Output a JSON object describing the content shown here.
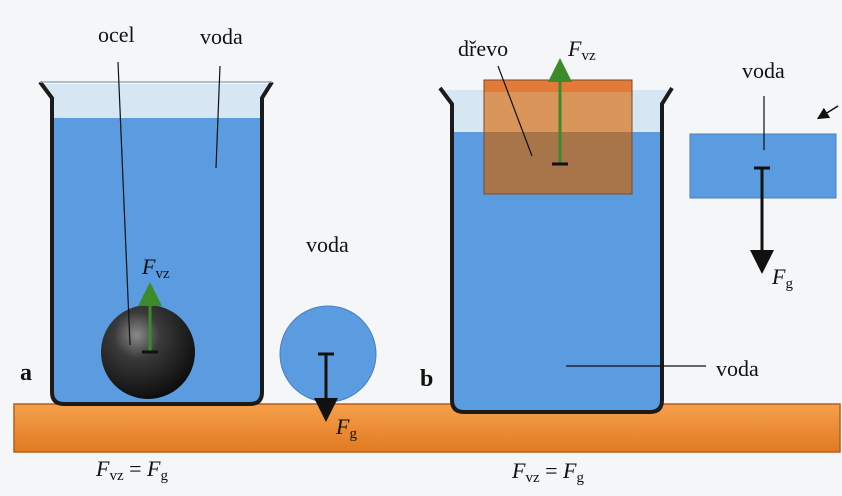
{
  "labels": {
    "steel": "ocel",
    "water_top_a": "voda",
    "water_circle": "voda",
    "wood": "dřevo",
    "water_rect": "voda",
    "water_b": "voda",
    "panel_a": "a",
    "panel_b": "b"
  },
  "forces": {
    "buoyancy_symbol": "F",
    "buoyancy_subscript": "vz",
    "gravity_symbol": "F",
    "gravity_subscript": "g"
  },
  "equations": {
    "a": {
      "left": "F",
      "left_sub": "vz",
      "eq": " = ",
      "right": "F",
      "right_sub": "g"
    },
    "b": {
      "left": "F",
      "left_sub": "vz",
      "eq": " = ",
      "right": "F",
      "right_sub": "g"
    }
  },
  "colors": {
    "water": "#5b9be0",
    "water_light": "#cfe2f2",
    "glass_outline": "#1b1b1b",
    "table": "#f08a2c",
    "wood_top": "#e27a3a",
    "wood_body": "#a8744a",
    "steel": "#2a2a2a",
    "buoyancy_arrow": "#3c8a2a",
    "gravity_arrow": "#111111"
  }
}
